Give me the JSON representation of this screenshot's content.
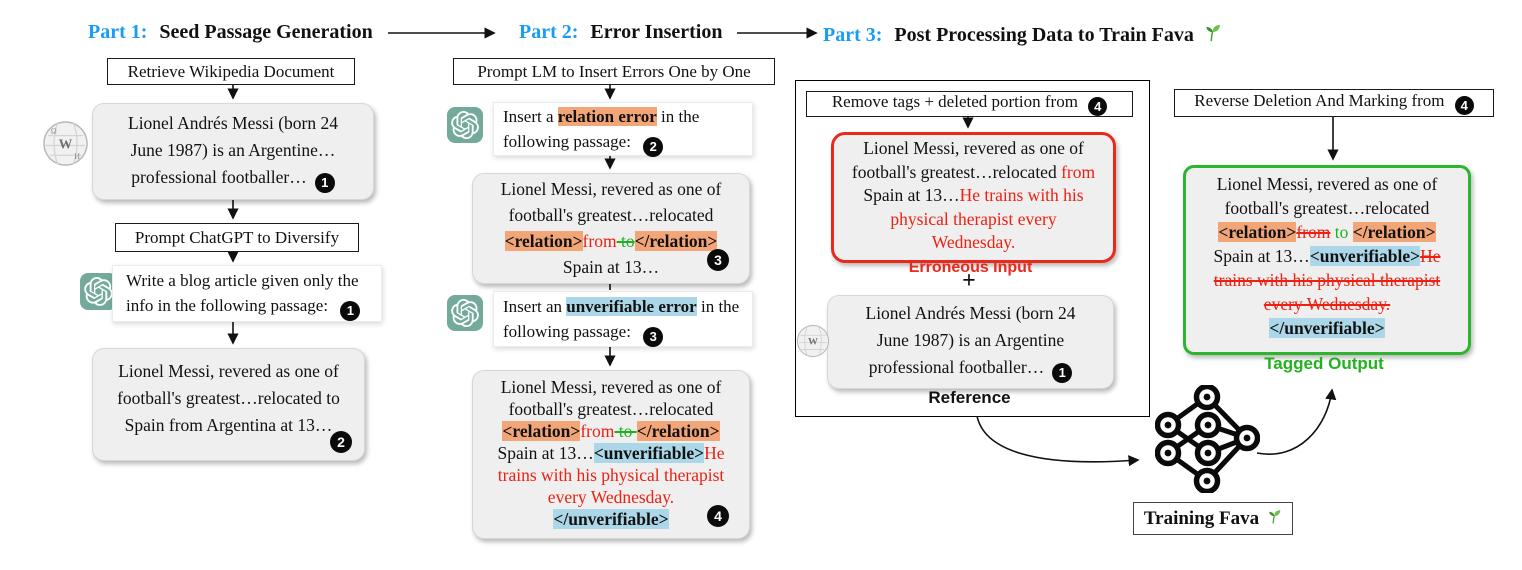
{
  "colors": {
    "accent_blue": "#189CF4",
    "highlight_orange": "#F2A678",
    "highlight_blue": "#ABD7E8",
    "error_red": "#EE2011",
    "ok_green": "#23B123",
    "green_border": "#2DB52D",
    "red_border": "#E8291C",
    "badge_black": "#0A0A0A",
    "openai_teal": "#74AA9C"
  },
  "icons": {
    "wikipedia": "wikipedia-globe",
    "openai": "openai-knot",
    "seedling": "seedling-sprout",
    "neural_network": "network-diamond",
    "arrow": "flow-arrow"
  },
  "headers": {
    "part1": {
      "label": "Part 1:",
      "title": "Seed Passage Generation"
    },
    "part2": {
      "label": "Part 2:",
      "title": "Error Insertion"
    },
    "part3": {
      "label": "Part 3:",
      "title": "Post Processing Data to Train Fava"
    }
  },
  "part1": {
    "step1_label": "Retrieve Wikipedia Document",
    "wiki_box": {
      "lines": [
        [
          {
            "t": "Lionel Andrés Messi (born 24",
            "s": "p"
          }
        ],
        [
          {
            "t": "June 1987) is an Argentine…",
            "s": "p"
          }
        ],
        [
          {
            "t": "professional footballer…",
            "s": "p"
          },
          {
            "t": "1",
            "s": "b"
          }
        ]
      ]
    },
    "step2_label": "Prompt ChatGPT to Diversify",
    "prompt_box": {
      "lines": [
        [
          {
            "t": "Write a blog article given only the",
            "s": "p"
          }
        ],
        [
          {
            "t": "info in the following passage: ",
            "s": "p"
          },
          {
            "t": "1",
            "s": "b"
          }
        ]
      ]
    },
    "diversified_box": {
      "badge": "2",
      "lines": [
        [
          {
            "t": "Lionel Messi, revered as one of",
            "s": "p"
          }
        ],
        [
          {
            "t": "football's greatest…relocated to",
            "s": "p"
          }
        ],
        [
          {
            "t": "Spain from Argentina at 13…",
            "s": "p"
          }
        ]
      ]
    }
  },
  "part2": {
    "step_label": "Prompt LM to Insert Errors One by One",
    "prompt_relation": {
      "lines": [
        [
          {
            "t": "Insert a ",
            "s": "p"
          },
          {
            "t": "relation error",
            "s": "ho"
          },
          {
            "t": " in the",
            "s": "p"
          }
        ],
        [
          {
            "t": "following passage: ",
            "s": "p"
          },
          {
            "t": "2",
            "s": "b"
          }
        ]
      ]
    },
    "relation_box": {
      "badge": "3",
      "lines": [
        [
          {
            "t": "Lionel Messi, revered as one of",
            "s": "p"
          }
        ],
        [
          {
            "t": "football's greatest…relocated",
            "s": "p"
          }
        ],
        [
          {
            "t": "<relation>",
            "s": "ho"
          },
          {
            "t": "from",
            "s": "r"
          },
          {
            "t": " to",
            "s": "gs"
          },
          {
            "t": "</relation>",
            "s": "ho"
          }
        ],
        [
          {
            "t": "Spain at 13…",
            "s": "p"
          }
        ]
      ]
    },
    "prompt_unverifiable": {
      "lines": [
        [
          {
            "t": "Insert an ",
            "s": "p"
          },
          {
            "t": "unverifiable error",
            "s": "hb"
          },
          {
            "t": " in the",
            "s": "p"
          }
        ],
        [
          {
            "t": "following passage: ",
            "s": "p"
          },
          {
            "t": "3",
            "s": "b"
          }
        ]
      ]
    },
    "combined_box": {
      "badge": "4",
      "lines": [
        [
          {
            "t": "Lionel Messi, revered as one of",
            "s": "p"
          }
        ],
        [
          {
            "t": "football's greatest…relocated",
            "s": "p"
          }
        ],
        [
          {
            "t": "<relation>",
            "s": "ho"
          },
          {
            "t": "from",
            "s": "r"
          },
          {
            "t": " to ",
            "s": "gs"
          },
          {
            "t": "</relation>",
            "s": "ho"
          }
        ],
        [
          {
            "t": "Spain at 13…",
            "s": "p"
          },
          {
            "t": "<unverifiable>",
            "s": "hb"
          },
          {
            "t": "He",
            "s": "r"
          }
        ],
        [
          {
            "t": "trains with his physical therapist",
            "s": "r"
          }
        ],
        [
          {
            "t": "every Wednesday.",
            "s": "r"
          }
        ],
        [
          {
            "t": "</unverifiable>",
            "s": "hb"
          }
        ]
      ]
    }
  },
  "part3": {
    "remove_label": {
      "lines": [
        [
          {
            "t": "Remove tags + deleted portion from ",
            "s": "p"
          },
          {
            "t": "4",
            "s": "b"
          }
        ]
      ]
    },
    "erroneous_box": {
      "lines": [
        [
          {
            "t": "Lionel Messi, revered as one of",
            "s": "p"
          }
        ],
        [
          {
            "t": "football's greatest…relocated ",
            "s": "p"
          },
          {
            "t": "from",
            "s": "r"
          }
        ],
        [
          {
            "t": "Spain at 13…",
            "s": "p"
          },
          {
            "t": "He trains with his",
            "s": "r"
          }
        ],
        [
          {
            "t": "physical therapist every",
            "s": "r"
          }
        ],
        [
          {
            "t": "Wednesday.",
            "s": "r"
          }
        ]
      ]
    },
    "erroneous_caption": "Erroneous Input",
    "plus": "+",
    "reference_box": {
      "lines": [
        [
          {
            "t": "Lionel Andrés Messi (born 24",
            "s": "p"
          }
        ],
        [
          {
            "t": "June 1987) is an Argentine",
            "s": "p"
          }
        ],
        [
          {
            "t": "professional footballer…",
            "s": "p"
          },
          {
            "t": "1",
            "s": "b"
          }
        ]
      ]
    },
    "reference_caption": "Reference",
    "reverse_label": {
      "lines": [
        [
          {
            "t": "Reverse Deletion And Marking from ",
            "s": "p"
          },
          {
            "t": "4",
            "s": "b"
          }
        ]
      ]
    },
    "tagged_box": {
      "lines": [
        [
          {
            "t": "Lionel Messi, revered as one of",
            "s": "p"
          }
        ],
        [
          {
            "t": "football's greatest…relocated",
            "s": "p"
          }
        ],
        [
          {
            "t": "<relation>",
            "s": "ho"
          },
          {
            "t": "from",
            "s": "rs"
          },
          {
            "t": " to ",
            "s": "g"
          },
          {
            "t": "</relation>",
            "s": "ho"
          }
        ],
        [
          {
            "t": "Spain at 13…",
            "s": "p"
          },
          {
            "t": "<unverifiable>",
            "s": "hb"
          },
          {
            "t": "He",
            "s": "rs"
          }
        ],
        [
          {
            "t": "trains with his physical therapist",
            "s": "rs"
          }
        ],
        [
          {
            "t": "every Wednesday.",
            "s": "rs"
          }
        ],
        [
          {
            "t": "</unverifiable>",
            "s": "hb"
          }
        ]
      ]
    },
    "tagged_caption": "Tagged Output",
    "training_label": "Training Fava"
  }
}
